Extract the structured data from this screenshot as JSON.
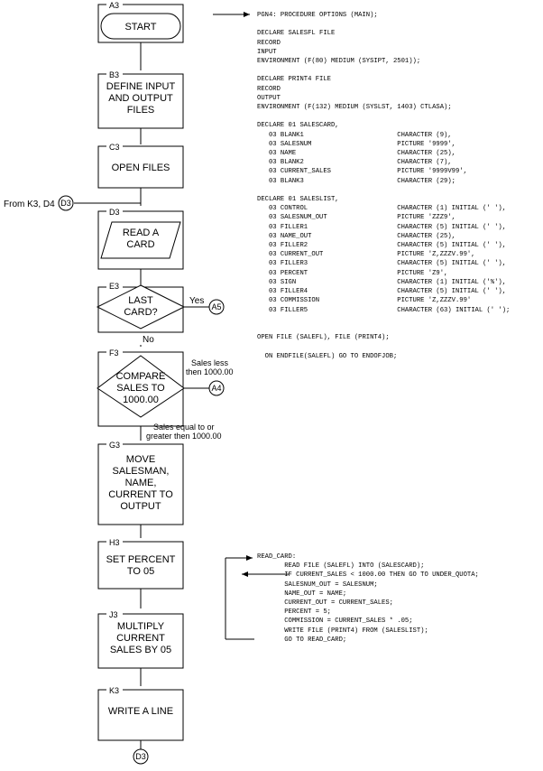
{
  "flowchart": {
    "blocks": [
      {
        "id": "A3",
        "type": "terminal",
        "lines": [
          "START"
        ]
      },
      {
        "id": "B3",
        "type": "process",
        "lines": [
          "DEFINE INPUT",
          "AND OUTPUT",
          "FILES"
        ]
      },
      {
        "id": "C3",
        "type": "process",
        "lines": [
          "OPEN FILES"
        ]
      },
      {
        "id": "D3",
        "type": "io",
        "lines": [
          "READ A",
          "CARD"
        ]
      },
      {
        "id": "E3",
        "type": "decision",
        "lines": [
          "LAST",
          "CARD?"
        ]
      },
      {
        "id": "F3",
        "type": "decision",
        "lines": [
          "COMPARE",
          "SALES TO",
          "1000.00"
        ]
      },
      {
        "id": "G3",
        "type": "process",
        "lines": [
          "MOVE",
          "SALESMAN,",
          "NAME,",
          "CURRENT TO",
          "OUTPUT"
        ]
      },
      {
        "id": "H3",
        "type": "process",
        "lines": [
          "SET PERCENT",
          "TO 05"
        ]
      },
      {
        "id": "J3",
        "type": "process",
        "lines": [
          "MULTIPLY",
          "CURRENT",
          "SALES BY 05"
        ]
      },
      {
        "id": "K3",
        "type": "process",
        "lines": [
          "WRITE A LINE"
        ]
      }
    ],
    "connectors": {
      "entry_label": "From K3, D4",
      "entry_ref": "D3",
      "yes_label": "Yes",
      "yes_ref": "A5",
      "no_label": "No",
      "less_label": [
        "Sales less",
        "then 1000.00"
      ],
      "less_ref": "A4",
      "equal_label": [
        "Sales equal to or",
        "greater then 1000.00"
      ],
      "end_ref": "D3"
    }
  },
  "code": {
    "main": "PGN4: PROCEDURE OPTIONS (MAIN);\n\nDECLARE SALESFL FILE\nRECORD\nINPUT\nENVIRONMENT (F(80) MEDIUM (SYSIPT, 2501));\n\nDECLARE PRINT4 FILE\nRECORD\nOUTPUT\nENVIRONMENT (F(132) MEDIUM (SYSLST, 1403) CTLASA);\n\nDECLARE 01 SALESCARD,\n   03 BLANK1                        CHARACTER (9),\n   03 SALESNUM                      PICTURE '9999',\n   03 NAME                          CHARACTER (25),\n   03 BLANK2                        CHARACTER (7),\n   03 CURRENT_SALES                 PICTURE '9999V99',\n   03 BLANK3                        CHARACTER (29);\n\nDECLARE 01 SALESLIST,\n   03 CONTROL                       CHARACTER (1) INITIAL (' '),\n   03 SALESNUM_OUT                  PICTURE 'ZZZ9',\n   03 FILLER1                       CHARACTER (5) INITIAL (' '),\n   03 NAME_OUT                      CHARACTER (25),\n   03 FILLER2                       CHARACTER (5) INITIAL (' '),\n   03 CURRENT_OUT                   PICTURE 'Z,ZZZV.99',\n   03 FILLER3                       CHARACTER (5) INITIAL (' '),\n   03 PERCENT                       PICTURE 'Z9',\n   03 SIGN                          CHARACTER (1) INITIAL ('%'),\n   03 FILLER4                       CHARACTER (5) INITIAL (' '),\n   03 COMMISSION                    PICTURE 'Z,ZZZV.99'\n   03 FILLER5                       CHARACTER (63) INITIAL (' ');\n\n\nOPEN FILE (SALEFL), FILE (PRINT4);\n\n  ON ENDFILE(SALEFL) GO TO ENDOFJOB;",
    "loop": "READ_CARD:\n       READ FILE (SALEFL) INTO (SALESCARD);\n       IF CURRENT_SALES < 1000.00 THEN GO TO UNDER_QUOTA;\n       SALESNUM_OUT = SALESNUM;\n       NAME_OUT = NAME;\n       CURRENT_OUT = CURRENT_SALES;\n       PERCENT = 5;\n       COMMISSION = CURRENT_SALES * .05;\n       WRITE FILE (PRINT4) FROM (SALESLIST);\n       GO TO READ_CARD;"
  }
}
